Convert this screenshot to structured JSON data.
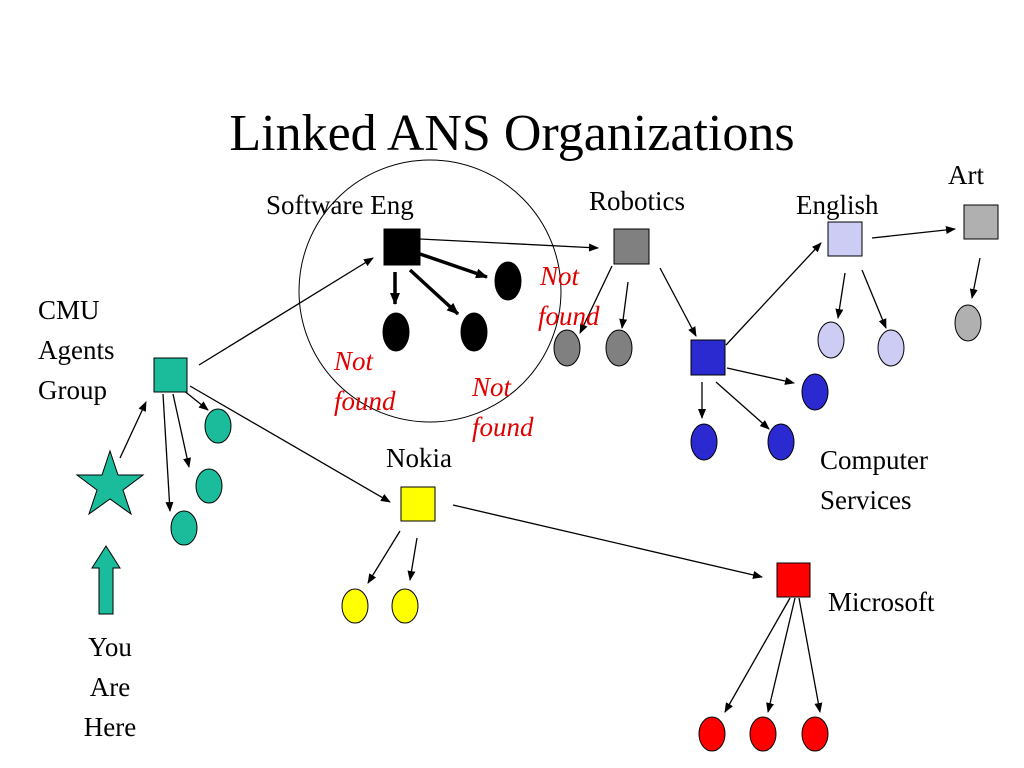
{
  "title": "Linked ANS Organizations",
  "labels": {
    "software_eng": "Software Eng",
    "robotics": "Robotics",
    "english": "English",
    "art": "Art",
    "cmu": [
      "CMU",
      "Agents",
      "Group"
    ],
    "nokia": "Nokia",
    "computer_services": [
      "Computer",
      "Services"
    ],
    "microsoft": "Microsoft",
    "you_are_here": [
      "You",
      "Are",
      "Here"
    ]
  },
  "not_found": [
    "Not",
    "found"
  ],
  "colors": {
    "software_eng": "#000000",
    "robotics": "#808080",
    "english": "#ccccf5",
    "art": "#b0b0b0",
    "cmu": "#1abc9c",
    "nokia": "#ffff00",
    "computer_services": "#2a2ad0",
    "microsoft": "#ff0000",
    "annotation": "#e00000"
  },
  "icons": {
    "you_are_here": "star-icon",
    "pointer": "up-arrow-icon"
  }
}
